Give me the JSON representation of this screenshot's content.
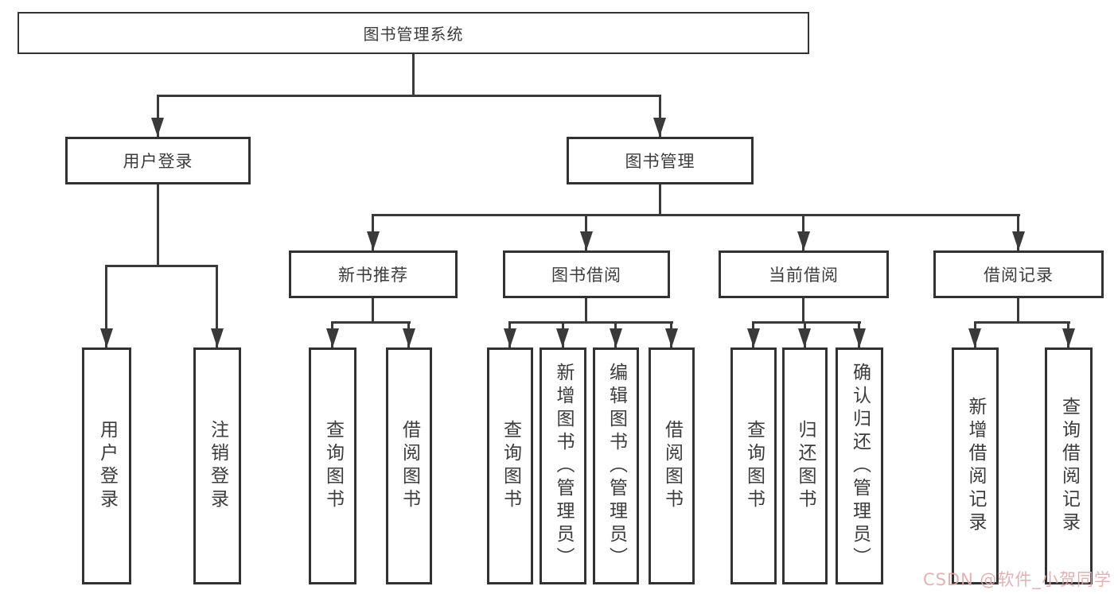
{
  "diagram": {
    "root_label": "图书管理系统",
    "level2": [
      "用户登录",
      "图书管理"
    ],
    "level3": [
      "新书推荐",
      "图书借阅",
      "当前借阅",
      "借阅记录"
    ],
    "leaves": {
      "user_login": [
        "用户登录",
        "注销登录"
      ],
      "new_book_recommend": [
        "查询图书",
        "借阅图书"
      ],
      "book_borrow": [
        "查询图书",
        "新增图书（管理员）",
        "编辑图书（管理员）",
        "借阅图书"
      ],
      "current_borrow": [
        "查询图书",
        "归还图书",
        "确认归还（管理员）"
      ],
      "borrow_record": [
        "新增借阅记录",
        "查询借阅记录"
      ]
    }
  },
  "watermark": "CSDN @软件_小贺同学",
  "colors": {
    "line": "#3a3a3a",
    "border": "#323232",
    "text": "#3c3c3c",
    "watermark": "#dfaaaa",
    "bg": "#ffffff"
  }
}
